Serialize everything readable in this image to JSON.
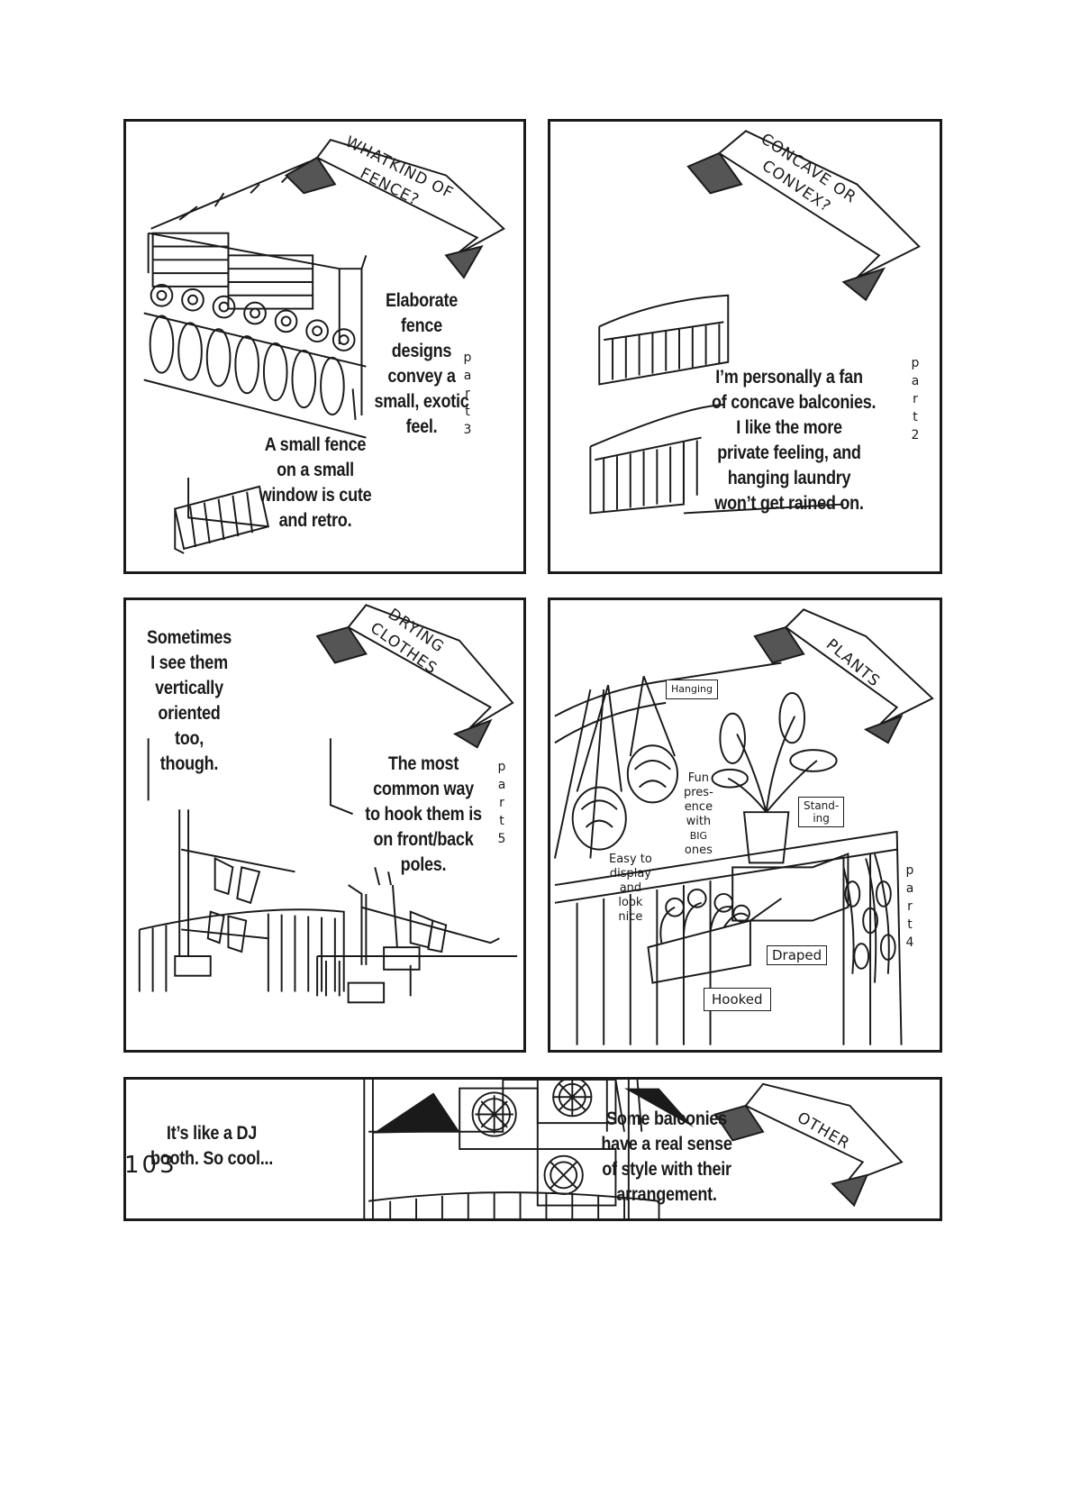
{
  "panels": {
    "fence": {
      "banner": [
        "WHATKIND OF",
        "FENCE?"
      ],
      "part": [
        "p",
        "a",
        "r",
        "t",
        "3"
      ],
      "caption_elaborate": [
        "Elaborate",
        "fence",
        "designs",
        "convey a",
        "small, exotic",
        "feel."
      ],
      "caption_small": [
        "A small fence",
        "on a small",
        "window is cute",
        "and retro."
      ]
    },
    "concave": {
      "banner": [
        "CONCAVE OR",
        "CONVEX?"
      ],
      "part": [
        "p",
        "a",
        "r",
        "t",
        "2"
      ],
      "caption": [
        "I’m personally a fan",
        "of concave balconies.",
        "I like the more",
        "private feeling, and",
        "hanging laundry",
        "won’t get rained on."
      ]
    },
    "drying": {
      "banner": [
        "DRYING",
        "CLOTHES"
      ],
      "part": [
        "p",
        "a",
        "r",
        "t",
        "5"
      ],
      "caption_vertical": [
        "Sometimes",
        "I see them",
        "vertically",
        "oriented",
        "too,",
        "though."
      ],
      "caption_common": [
        "The most",
        "common way",
        "to hook them is",
        "on front/back",
        "poles."
      ]
    },
    "plants": {
      "banner": [
        "PLANTS"
      ],
      "part": [
        "p",
        "a",
        "r",
        "t",
        "4"
      ],
      "label_hanging": "Hanging",
      "label_fun": [
        "Fun",
        "pres-",
        "ence",
        "with",
        "BIG",
        "ones"
      ],
      "label_standing": [
        "Stand-",
        "ing"
      ],
      "label_easy": [
        "Easy to",
        "display",
        "and",
        "look",
        "nice"
      ],
      "label_draped": "Draped",
      "label_hooked": "Hooked"
    },
    "other": {
      "banner": [
        "OTHER"
      ],
      "caption_dj": [
        "It’s like a DJ",
        "booth. So cool..."
      ],
      "caption_style": [
        "Some balconies",
        "have a real sense",
        "of style with their",
        "arrangement."
      ]
    }
  },
  "page_number": "103"
}
